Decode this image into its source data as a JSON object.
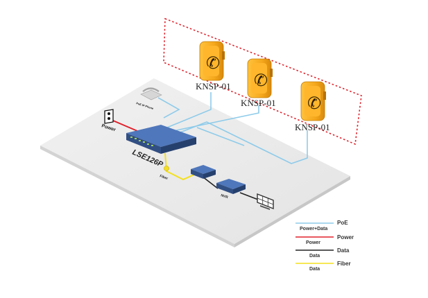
{
  "phones": [
    {
      "label": "KNSP-01"
    },
    {
      "label": "KNSP-01"
    },
    {
      "label": "KNSP-01"
    }
  ],
  "devices": {
    "switch_label": "LSE126P",
    "power_label": "Power",
    "fiber_label": "Fiber",
    "nvr_label": "NVR",
    "ip_phone_label": "PoE IP Phone"
  },
  "legend": [
    {
      "top": "PoE",
      "bottom": "Power+Data",
      "color": "#8ecbea"
    },
    {
      "top": "Power",
      "bottom": "Power",
      "color": "#e0202a"
    },
    {
      "top": "Data",
      "bottom": "Data",
      "color": "#222222"
    },
    {
      "top": "Fiber",
      "bottom": "Data",
      "color": "#f4e01e"
    }
  ],
  "colors": {
    "poe": "#8ecbea",
    "power": "#e0202a",
    "data": "#222222",
    "fiber": "#f4e01e",
    "zone_border": "#e0202a",
    "phone_body": "#f5a81c"
  }
}
